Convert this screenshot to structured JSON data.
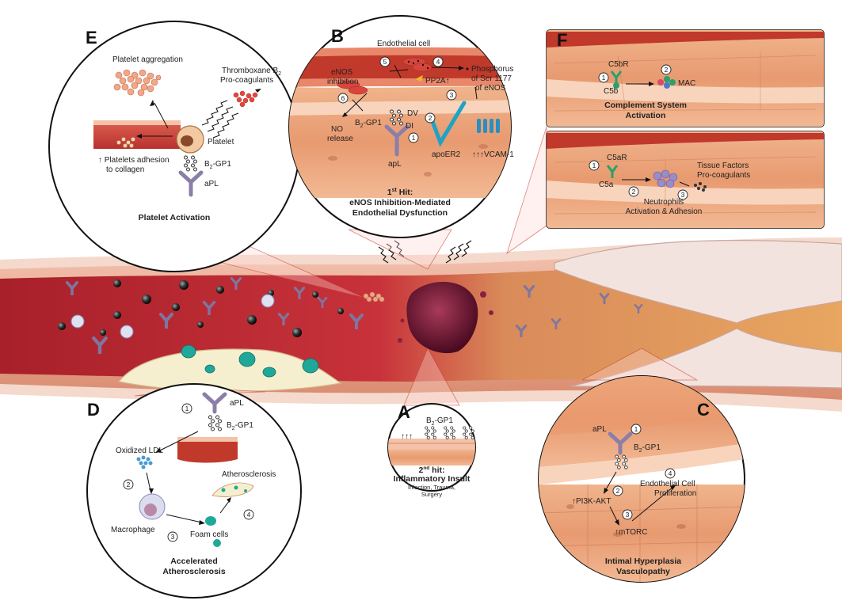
{
  "panels": {
    "E": {
      "letter": "E",
      "platelet_aggregation": "Platelet aggregation",
      "thromboxane_1": "Thromboxane B",
      "thromboxane_sub": "2",
      "thromboxane_2": "Pro-coagulants",
      "platelet": "Platelet",
      "adhesion_1": "↑ Platelets adhesion",
      "adhesion_2": "to collagen",
      "b2gp1_pre": "B",
      "b2gp1_sub": "2",
      "b2gp1_post": "-GP1",
      "apl": "aPL",
      "title": "Platelet Activation"
    },
    "B": {
      "letter": "B",
      "endothelial_cell": "Endothelial cell",
      "enos_inhib_1": "eNOS",
      "enos_inhib_2": "inhibition",
      "phosphorus_1": "Phosphorus",
      "phosphorus_2": "of Ser 1177",
      "phosphorus_3": "of eNOS",
      "pp2a": "PP2A↑",
      "no_release_1": "NO",
      "no_release_2": "release",
      "dv": "DV",
      "di": "DI",
      "b2gp1_pre": "B",
      "b2gp1_sub": "2",
      "b2gp1_post": "-GP1",
      "apoer2": "apoER2",
      "vcam": "↑↑↑VCAM-1",
      "apl": "apL",
      "title_1_pre": "1",
      "title_1_sup": "st",
      "title_1_post": " Hit:",
      "title_2": "eNOS Inhibition-Mediated",
      "title_3": "Endothelial Dysfunction",
      "numbers": [
        "1",
        "2",
        "3",
        "4",
        "5",
        "6"
      ]
    },
    "F_top": {
      "letter": "F",
      "c5br": "C5bR",
      "c5b": "C5b",
      "mac": "MAC",
      "title_1": "Complement System",
      "title_2": "Activation"
    },
    "F_bottom": {
      "c5ar": "C5aR",
      "c5a": "C5a",
      "tissue_1": "Tissue Factors",
      "tissue_2": "Pro-coagulants",
      "neutro_1": "Neutrophils",
      "neutro_2": "Activation  & Adhesion"
    },
    "D": {
      "letter": "D",
      "apl": "aPL",
      "b2gp1_pre": "B",
      "b2gp1_sub": "2",
      "b2gp1_post": "-GP1",
      "oxidized_ldl": "Oxidized  LDL",
      "atherosclerosis": "Atherosclerosis",
      "macrophage": "Macrophage",
      "foam_cells": "Foam cells",
      "title_1": "Accelerated",
      "title_2": "Atherosclerosis"
    },
    "A": {
      "letter": "A",
      "b2gp1_pre": "B",
      "b2gp1_sub": "2",
      "b2gp1_post": "-GP1",
      "arrows": "↑↑↑",
      "title_pre": "2",
      "title_sup": "nd",
      "title_post": " hit:",
      "title_2": "Inflammatory Insult",
      "causes_1": "Infection, Trauma,",
      "causes_2": "Surgery"
    },
    "C": {
      "letter": "C",
      "apl": "aPL",
      "b2gp1_pre": "B",
      "b2gp1_sub": "2",
      "b2gp1_post": "-GP1",
      "pi3k": "↑PI3K-AKT",
      "mtorc": "↑mTORC",
      "endo_1": "Endothelial Cell",
      "endo_2": "Proliferation",
      "title_1": "Intimal Hyperplasia",
      "title_2": "Vasculopathy"
    }
  },
  "colors": {
    "vessel_wall": "#e8a58a",
    "vessel_lumen": "#c0392b",
    "tissue": "#e9a27c",
    "plaque": "#f6efcf",
    "foam_cell": "#1fa89a",
    "thrombus": "#6e1230",
    "antibody": "#8b7fa8",
    "apoer2": "#1ea3c4",
    "vcam": "#2a8fc0",
    "complement": "#2aa06a"
  }
}
